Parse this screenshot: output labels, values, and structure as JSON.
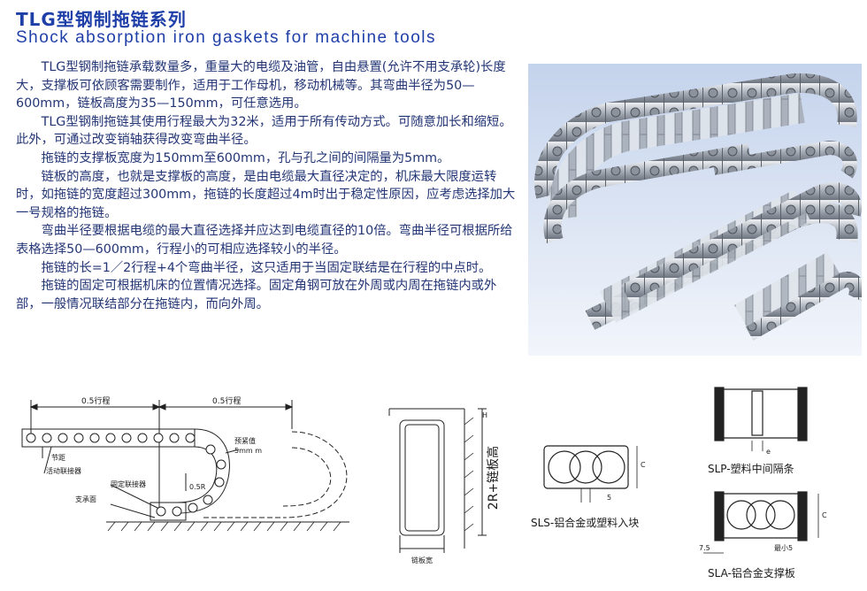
{
  "header": {
    "title_cn": "TLG型钢制拖链系列",
    "title_en": "Shock absorption iron gaskets for machine tools"
  },
  "body": {
    "paragraphs": [
      "　　TLG型钢制拖链承载数量多，重量大的电缆及油管，自由悬置(允许不用支承轮)长度大，支撑板可依顾客需要制作，适用于工作母机，移动机械等。其弯曲半径为50—600mm，链板高度为35—150mm，可任意选用。",
      "　　TLG型钢制拖链其使用行程最大为32米，适用于所有传动方式。可随意加长和缩短。此外，可通过改变销轴获得改变弯曲半径。",
      "　　拖链的支撑板宽度为150mm至600mm，孔与孔之间的间隔量为5mm。",
      "　　链板的高度，也就是支撑板的高度，是由电缆最大直径决定的，机床最大限度运转时，如拖链的宽度超过300mm，拖链的长度超过4m时出于稳定性原因，应考虑选择加大一号规格的拖链。",
      "　　弯曲半径要根据电缆的最大直径选择并应达到电缆直径的10倍。弯曲半径可根据所给表格选择50—600mm，行程小的可相应选择较小的半径。",
      "　　拖链的长=1／2行程+4个弯曲半径，这只适用于当固定联结是在行程的中点时。",
      "　　拖链的固定可根据机床的位置情况选择。固定角钢可放在外周或内周在拖链内或外部，一般情况联结部分在拖链内，而向外周。"
    ]
  },
  "diagram": {
    "dim_half_stroke_left": "0.5行程",
    "dim_half_stroke_right": "0.5行程",
    "label_pitch": "节距",
    "label_moving_connector": "活动联接器",
    "label_preload": "预紧值",
    "label_preload_value": "5mm m",
    "label_fixed_connector": "固定联接器",
    "label_radius": "0.5R",
    "label_support_surface": "支承面",
    "label_height_2r": "2R+链板高",
    "label_plate_width": "链板宽",
    "label_h": "H",
    "label_sls": "SLS-铝合金或塑料入块",
    "label_slp": "SLP-塑料中间隔条",
    "label_sla": "SLA-铝合金支撑板",
    "label_c1": "C",
    "label_c2": "C",
    "label_5": "5",
    "label_e": "e",
    "label_75": "7.5",
    "label_min5": "最小5"
  }
}
